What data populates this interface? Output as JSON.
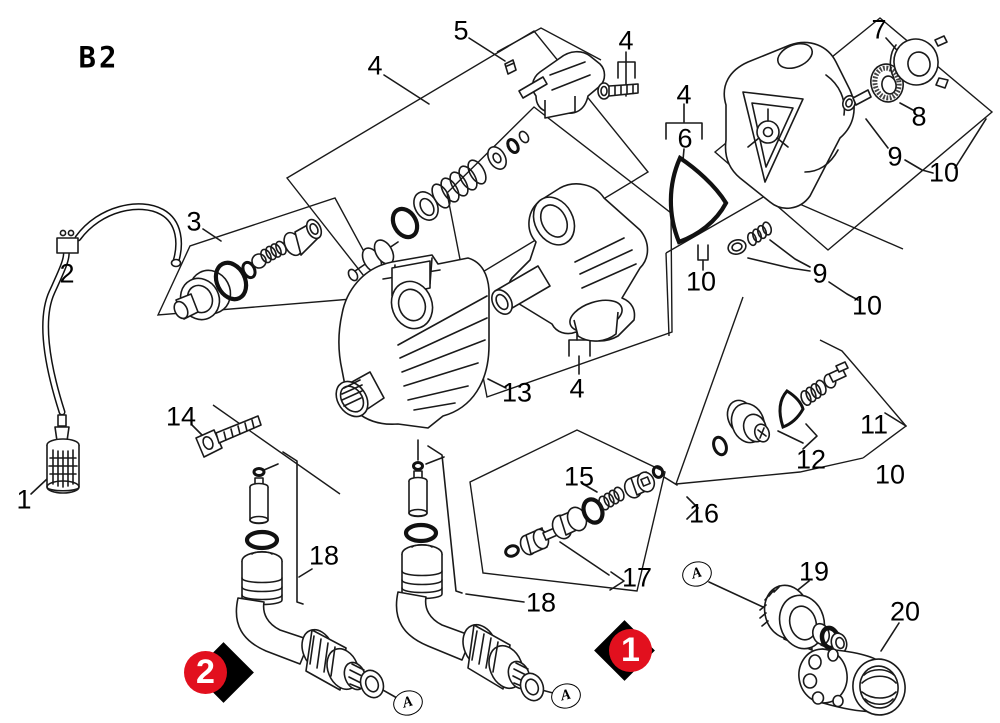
{
  "diagram": {
    "sheet_code": "B2",
    "colors": {
      "line": "#1a1a1a",
      "background": "#ffffff",
      "marker_red": "#e2101e",
      "marker_black": "#000000",
      "text": "#000000"
    },
    "part_labels": [
      {
        "text": "5"
      },
      {
        "text": "4"
      },
      {
        "text": "4"
      },
      {
        "text": "7"
      },
      {
        "text": "8"
      },
      {
        "text": "9"
      },
      {
        "text": "10"
      },
      {
        "text": "4"
      },
      {
        "text": "6"
      },
      {
        "text": "2"
      },
      {
        "text": "3"
      },
      {
        "text": "10"
      },
      {
        "text": "9"
      },
      {
        "text": "10"
      },
      {
        "text": "13"
      },
      {
        "text": "4"
      },
      {
        "text": "14"
      },
      {
        "text": "1"
      },
      {
        "text": "15"
      },
      {
        "text": "16"
      },
      {
        "text": "17"
      },
      {
        "text": "18"
      },
      {
        "text": "18"
      },
      {
        "text": "19"
      },
      {
        "text": "20"
      },
      {
        "text": "11"
      },
      {
        "text": "12"
      },
      {
        "text": "10"
      }
    ],
    "detail_markers": [
      {
        "text": "A"
      },
      {
        "text": "A"
      },
      {
        "text": "A"
      }
    ],
    "step_badges": [
      {
        "text": "1"
      },
      {
        "text": "2"
      }
    ]
  }
}
